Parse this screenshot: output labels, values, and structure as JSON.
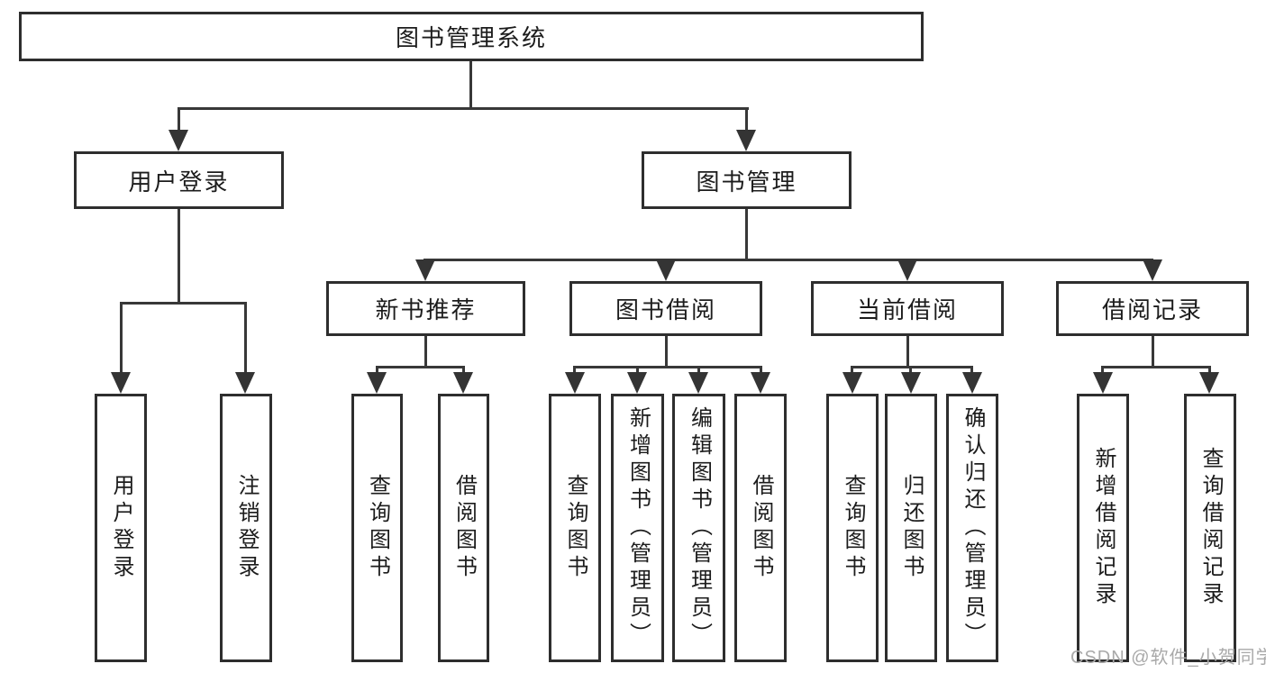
{
  "tree": {
    "root": {
      "label": "图书管理系统",
      "children": [
        {
          "label": "用户登录",
          "children": [
            {
              "label": "用户登录"
            },
            {
              "label": "注销登录"
            }
          ]
        },
        {
          "label": "图书管理",
          "children": [
            {
              "label": "新书推荐",
              "children": [
                {
                  "label": "查询图书"
                },
                {
                  "label": "借阅图书"
                }
              ]
            },
            {
              "label": "图书借阅",
              "children": [
                {
                  "label": "查询图书"
                },
                {
                  "label": "新增图书（管理员）"
                },
                {
                  "label": "编辑图书（管理员）"
                },
                {
                  "label": "借阅图书"
                }
              ]
            },
            {
              "label": "当前借阅",
              "children": [
                {
                  "label": "查询图书"
                },
                {
                  "label": "归还图书"
                },
                {
                  "label": "确认归还（管理员）"
                }
              ]
            },
            {
              "label": "借阅记录",
              "children": [
                {
                  "label": "新增借阅记录"
                },
                {
                  "label": "查询借阅记录"
                }
              ]
            }
          ]
        }
      ]
    }
  },
  "watermark": "CSDN @软件_小贺同学"
}
